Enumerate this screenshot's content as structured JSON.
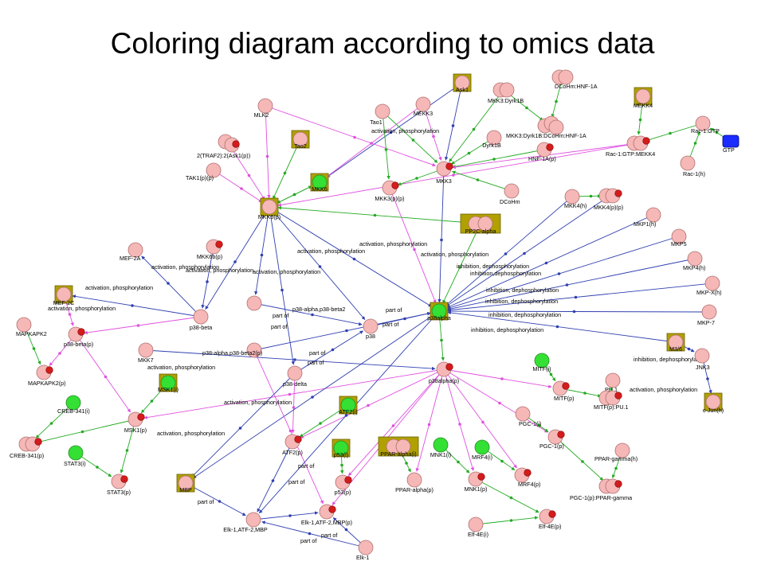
{
  "title": "Coloring diagram according to omics data",
  "colors": {
    "protein_fill": "#f6b7b7",
    "protein_stroke": "#b07070",
    "phospho_fill": "#d41c1c",
    "highlight_fill": "#33e033",
    "highlight_stroke": "#2a8a2a",
    "box_fill": "#b0a000",
    "box_stroke": "#6a6000",
    "small_molecule_fill": "#1a2cff",
    "edge_activation": "#22aa22",
    "edge_inhibition": "#3040b0",
    "edge_transcription": "#e050e0",
    "edge_partof": "#3040b0"
  },
  "nodes": [
    {
      "id": "Ask1",
      "label": "Ask1"
    },
    {
      "id": "DCoHm_HNF1A",
      "label": "DCoHm:HNF-1A"
    },
    {
      "id": "MEKK3",
      "label": "MEKK3"
    },
    {
      "id": "MKK3_Dyrk1B",
      "label": "MKK3:Dyrk1B"
    },
    {
      "id": "MEKK4",
      "label": "MEKK4"
    },
    {
      "id": "MLK2",
      "label": "MLK2"
    },
    {
      "id": "Tao1",
      "label": "Tao1"
    },
    {
      "id": "MKK3_Dyrk1B_DCoHm_HNF1A",
      "label": "MKK3:Dyrk1B:DCoHm:HNF-1A"
    },
    {
      "id": "Rac1_GTP",
      "label": "Rac-1:GTP"
    },
    {
      "id": "GTP",
      "label": "GTP"
    },
    {
      "id": "TRAF2_Ask1p",
      "label": "2(TRAF2):2(Ask1(p))"
    },
    {
      "id": "Tao2",
      "label": "Tao2"
    },
    {
      "id": "Dyrk1B",
      "label": "Dyrk1B"
    },
    {
      "id": "HNF1Ap",
      "label": "HNF-1A(p)"
    },
    {
      "id": "Rac1_GTP_MEKK4",
      "label": "Rac-1:GTP:MEKK4"
    },
    {
      "id": "Rac1h",
      "label": "Rac-1(h)"
    },
    {
      "id": "TAK1pp",
      "label": "TAK1(p)(p)"
    },
    {
      "id": "MKK6",
      "label": "MKK6"
    },
    {
      "id": "MKK3",
      "label": "MKK3"
    },
    {
      "id": "MKK3pp",
      "label": "MKK3(p)(p)"
    },
    {
      "id": "DCoHm",
      "label": "DCoHm"
    },
    {
      "id": "MKK4h",
      "label": "MKK4(h)"
    },
    {
      "id": "MKK4pp",
      "label": "MKK4(p)(p)"
    },
    {
      "id": "MKK6pp",
      "label": "MKK6(p)"
    },
    {
      "id": "PP2Calpha",
      "label": "PP2C-alpha"
    },
    {
      "id": "MKP1h",
      "label": "MKP1(h)"
    },
    {
      "id": "MKP5",
      "label": "MKP5"
    },
    {
      "id": "MEF2A",
      "label": "MEF-2A"
    },
    {
      "id": "MKK6bp",
      "label": "MKK6b(p)"
    },
    {
      "id": "MKP4h",
      "label": "MKP4(h)"
    },
    {
      "id": "MEF2C",
      "label": "MEF-2C"
    },
    {
      "id": "MKPXh",
      "label": "MKP-X(h)"
    },
    {
      "id": "p38alpha",
      "label": "p38alpha"
    },
    {
      "id": "MAPKAPK2",
      "label": "MAPKAPK2"
    },
    {
      "id": "p38beta",
      "label": "p38-beta"
    },
    {
      "id": "p38betap",
      "label": "p38-beta(p)"
    },
    {
      "id": "p38",
      "label": "p38"
    },
    {
      "id": "MKP7",
      "label": "MKP-7"
    },
    {
      "id": "p38ab2",
      "label": "p38-alpha,p38-beta2"
    },
    {
      "id": "p38ab2p",
      "label": "p38-alpha,p38-beta2(p)"
    },
    {
      "id": "MSK1mRNA",
      "label": "MKK7"
    },
    {
      "id": "MIM",
      "label": "M3/6"
    },
    {
      "id": "JNK3",
      "label": "JNK3"
    },
    {
      "id": "MAPKAPK2p",
      "label": "MAPKAPK2(p)"
    },
    {
      "id": "MKK7",
      "label": "MKK7"
    },
    {
      "id": "p38alphap",
      "label": "p38alpha(p)"
    },
    {
      "id": "MITFi",
      "label": "MITF(i)"
    },
    {
      "id": "MITFp",
      "label": "MITF(p)"
    },
    {
      "id": "PU1",
      "label": "PU.1"
    },
    {
      "id": "cJunh",
      "label": "c-Jun(h)"
    },
    {
      "id": "MSK1i",
      "label": "MSK1(i)"
    },
    {
      "id": "p38delta",
      "label": "p38-delta"
    },
    {
      "id": "MITFp_PU1",
      "label": "MITF(p):PU.1"
    },
    {
      "id": "CREB341i",
      "label": "CREB-341(i)"
    },
    {
      "id": "ATF2i",
      "label": "ATF2(i)"
    },
    {
      "id": "MSK1p",
      "label": "MSK1(p)"
    },
    {
      "id": "PGC1i",
      "label": "PGC-1(i)"
    },
    {
      "id": "CREB341p",
      "label": "CREB-341(p)"
    },
    {
      "id": "STAT3i",
      "label": "STAT3(i)"
    },
    {
      "id": "ATF2p",
      "label": "ATF2(p)"
    },
    {
      "id": "p53i",
      "label": "p53(i)"
    },
    {
      "id": "PPARalphai",
      "label": "PPAR-alpha(i)"
    },
    {
      "id": "MNK1i",
      "label": "MNK1(i)"
    },
    {
      "id": "MRF4i",
      "label": "MRF4(i)"
    },
    {
      "id": "PGC1p",
      "label": "PGC-1(p)"
    },
    {
      "id": "PPARgammah",
      "label": "PPAR-gamma(h)"
    },
    {
      "id": "STAT3p",
      "label": "STAT3(p)"
    },
    {
      "id": "MBP",
      "label": "MBP"
    },
    {
      "id": "p53p",
      "label": "p53(p)"
    },
    {
      "id": "PPARalphap",
      "label": "PPAR-alpha(p)"
    },
    {
      "id": "MNK1p",
      "label": "MNK1(p)"
    },
    {
      "id": "MRF4p",
      "label": "MRF4(p)"
    },
    {
      "id": "PGC1p_PPARg",
      "label": "PGC-1(p):PPAR-gamma"
    },
    {
      "id": "Elk1_ATF2_MBP",
      "label": "Elk-1,ATF-2,MBP"
    },
    {
      "id": "Elk1_ATF2_MBPp",
      "label": "Elk-1,ATF-2,MBP(p)"
    },
    {
      "id": "Elf4Ei",
      "label": "Elf-4E(i)"
    },
    {
      "id": "Elf4Ep",
      "label": "Elf-4E(p)"
    },
    {
      "id": "Elk1",
      "label": "Elk-1"
    }
  ],
  "edge_labels": {
    "act_phos": "activation, phosphorylation",
    "inh_dephos": "inhibition, dephosphorylation",
    "inh_dephos2": "inhibition,dephosphorylation",
    "part_of": "part of"
  }
}
